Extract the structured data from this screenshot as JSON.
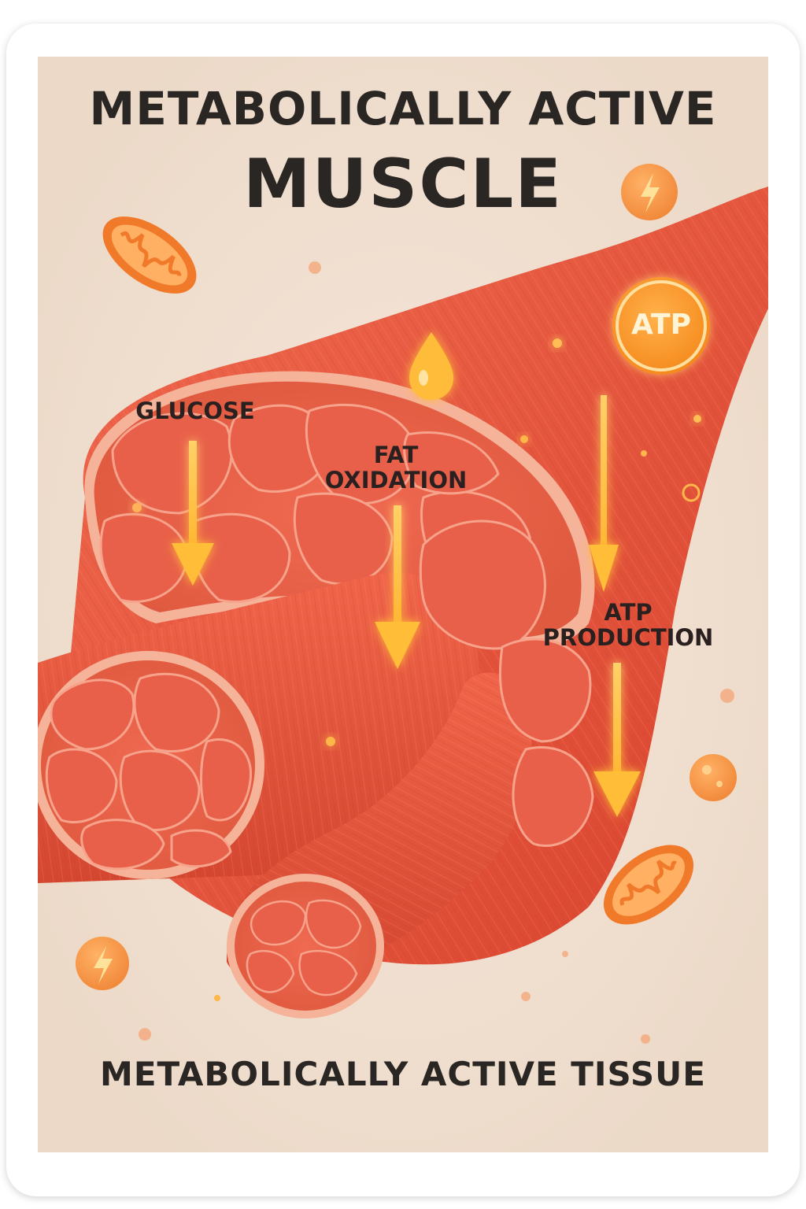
{
  "title": {
    "line1": "METABOLICALLY ACTIVE",
    "line2": "MUSCLE"
  },
  "labels": {
    "glucose": "GLUCOSE",
    "fat_line1": "FAT",
    "fat_line2": "OXIDATION",
    "atp_line1": "ATP",
    "atp_line2": "PRODUCTION"
  },
  "atp_badge": "ATP",
  "footer": "METABOLICALLY ACTIVE TISSUE",
  "colors": {
    "background": "#f1e3d6",
    "muscle": "#e8553c",
    "arrow": "#ffc640",
    "mitochondria": "#f07a2a",
    "text": "#2a2624"
  },
  "icons": [
    "mitochondrion-icon",
    "lightning-icon",
    "droplet-icon",
    "atp-icon"
  ]
}
